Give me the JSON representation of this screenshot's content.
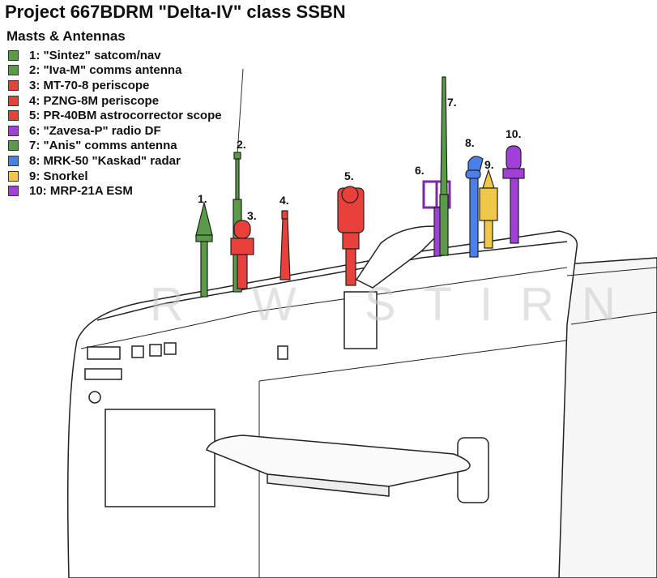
{
  "title": "Project 667BDRM \"Delta-IV\" class SSBN",
  "subtitle": "Masts & Antennas",
  "watermark": "R W STIRN",
  "legend": [
    {
      "num": "1.",
      "text": "1: \"Sintez\" satcom/nav",
      "color": "#5a9a48"
    },
    {
      "num": "2.",
      "text": "2: \"Iva-M\" comms antenna",
      "color": "#5a9a48"
    },
    {
      "num": "3.",
      "text": "3: MT-70-8 periscope",
      "color": "#e8403a"
    },
    {
      "num": "4.",
      "text": "4: PZNG-8M periscope",
      "color": "#e8403a"
    },
    {
      "num": "5.",
      "text": "5: PR-40BM astrocorrector scope",
      "color": "#e8403a"
    },
    {
      "num": "6.",
      "text": "6: \"Zavesa-P\" radio DF",
      "color": "#a040d8"
    },
    {
      "num": "7.",
      "text": "7: \"Anis\" comms antenna",
      "color": "#5a9a48"
    },
    {
      "num": "8.",
      "text": "8: MRK-50 \"Kaskad\" radar",
      "color": "#4a80e8"
    },
    {
      "num": "9.",
      "text": "9: Snorkel",
      "color": "#f0c848"
    },
    {
      "num": "10.",
      "text": "10: MRP-21A ESM",
      "color": "#a040d8"
    }
  ]
}
